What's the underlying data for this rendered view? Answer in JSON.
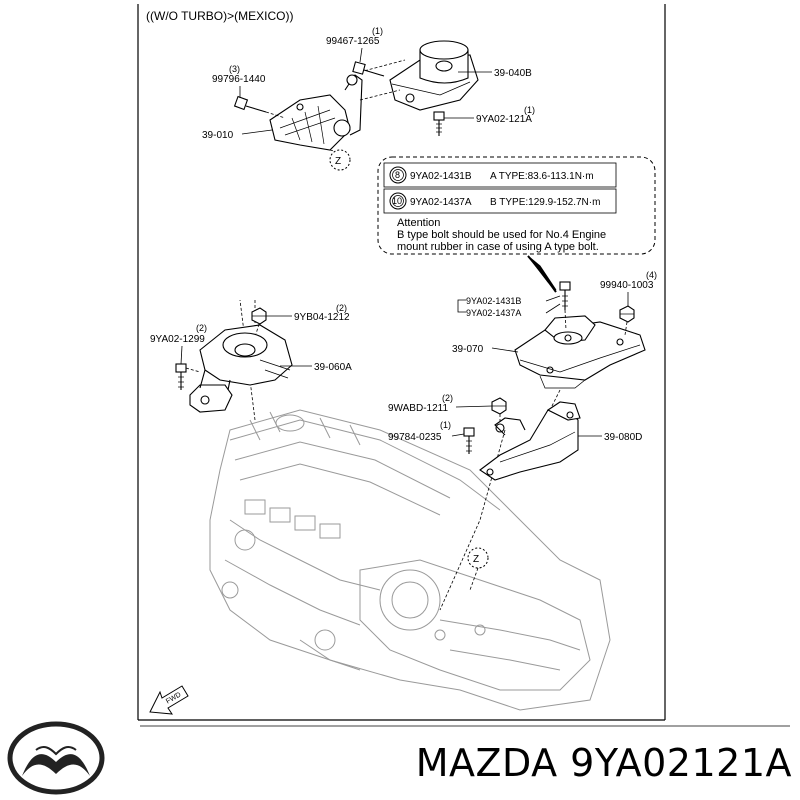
{
  "diagram": {
    "header": "((W/O TURBO)>(MEXICO))",
    "parts": [
      {
        "code": "99467-1265",
        "qty": "(1)"
      },
      {
        "code": "99796-1440",
        "qty": "(3)"
      },
      {
        "code": "39-040B"
      },
      {
        "code": "39-010"
      },
      {
        "code": "9YA02-121A",
        "qty": "(1)"
      },
      {
        "code": "9YB04-1212",
        "qty": "(2)"
      },
      {
        "code": "9YA02-1299",
        "qty": "(2)"
      },
      {
        "code": "39-060A"
      },
      {
        "code": "9YA02-1431B"
      },
      {
        "code": "9YA02-1437A"
      },
      {
        "code": "99940-1003",
        "qty": "(4)"
      },
      {
        "code": "39-070"
      },
      {
        "code": "9WABD-1211",
        "qty": "(2)"
      },
      {
        "code": "99784-0235",
        "qty": "(1)"
      },
      {
        "code": "39-080D"
      }
    ],
    "zone_marker": "Z",
    "fwd_label": "FWD",
    "torque_box": {
      "rows": [
        {
          "circle": "8",
          "code": "9YA02-1431B",
          "spec": "A TYPE:83.6-113.1N·m"
        },
        {
          "circle": "10",
          "code": "9YA02-1437A",
          "spec": "B TYPE:129.9-152.7N·m"
        }
      ],
      "attention_title": "Attention",
      "attention_line1": "B type bolt should be used for No.4 Engine",
      "attention_line2": "mount rubber in case of using A type bolt."
    }
  },
  "footer": {
    "brand_text": "MAZDA 9YA02121A",
    "logo_icon": "mazda-logo-icon"
  }
}
